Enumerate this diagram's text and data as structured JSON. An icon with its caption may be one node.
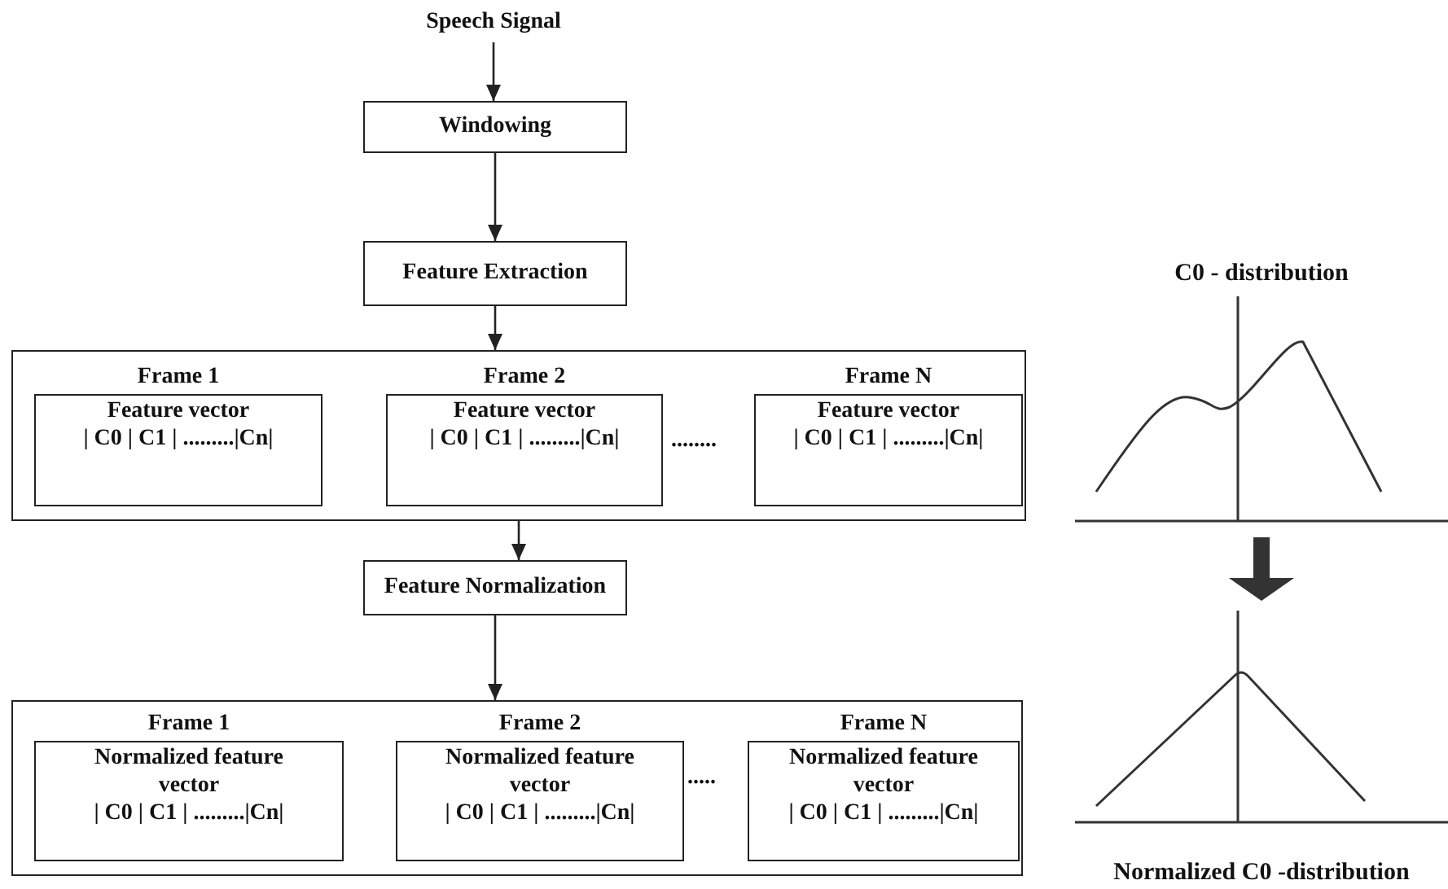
{
  "diagram": {
    "nodes": [
      {
        "text": [
          "Speech Signal"
        ]
      },
      {
        "text": [
          "Windowing"
        ]
      },
      {
        "text": [
          "Feature Extraction"
        ]
      },
      {
        "text": [],
        "shape": "box"
      },
      {
        "text": [
          "Frame 1",
          "Feature vector",
          "| C0  | C1 | .........|Cn|"
        ],
        "in": 3
      },
      {
        "text": [
          "Frame 2",
          "Feature vector",
          "| C0  | C1 | .........|Cn|"
        ],
        "in": 3
      },
      {
        "text": [
          "Frame N",
          "Feature vector",
          "| C0  | C1 | .........|Cn|"
        ],
        "in": 3
      },
      {
        "text": [
          "Feature Normalization"
        ]
      },
      {
        "text": [],
        "shape": "box"
      },
      {
        "text": [
          "Frame 1",
          "Normalized feature vector",
          "| C0  | C1 | .........|Cn|"
        ],
        "in": 8
      },
      {
        "text": [
          "Frame 2",
          "Normalized feature vector",
          "| C0  | C1 | .........|Cn|"
        ],
        "in": 8
      },
      {
        "text": [
          "Frame N",
          "Normalized feature vector",
          "| C0  | C1 | .........|Cn|"
        ],
        "in": 8
      },
      {
        "text": [
          "C0 - distribution"
        ]
      },
      {
        "text": [
          "Normalized C0 -distribution"
        ]
      }
    ],
    "edges": [
      {
        "from": 0,
        "to": 1,
        "arrow": "to"
      },
      {
        "from": 1,
        "to": 2,
        "arrow": "to"
      },
      {
        "from": 2,
        "to": 3,
        "arrow": "to"
      },
      {
        "from": 3,
        "to": 7,
        "arrow": "to"
      },
      {
        "from": 7,
        "to": 8,
        "arrow": "to"
      },
      {
        "from": 12,
        "to": 13,
        "arrow": "to",
        "style": "thick",
        "color": "#333333"
      }
    ],
    "labels": [
      "........",
      "....."
    ]
  }
}
